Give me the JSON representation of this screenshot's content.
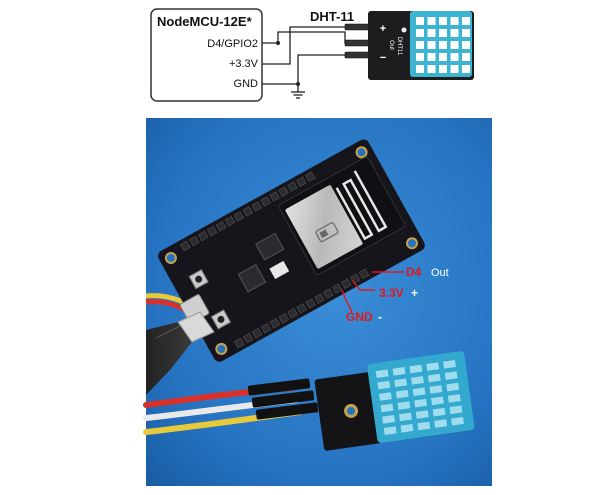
{
  "schematic": {
    "module_title": "NodeMCU-12E*",
    "pins": [
      "D4/GPIO2",
      "+3.3V",
      "GND"
    ],
    "sensor_title": "DHT-11",
    "sensor_pins": [
      "+",
      "Out",
      "−"
    ],
    "sensor_body_label": "DHT11"
  },
  "photo": {
    "labels": {
      "d4": "D4",
      "out": "Out",
      "v33": "3.3V",
      "plus": "+",
      "gnd": "GND",
      "minus": "-"
    },
    "colors": {
      "background": "#2a78c7",
      "board": "#15151b",
      "sensor": "#33a9cf",
      "annotation_red": "#e0181c",
      "annotation_white": "#ffffff",
      "wire_red": "#d8312b",
      "wire_yellow": "#e8c93a"
    },
    "icons": [
      "wifi-logo-icon",
      "usb-connector-icon"
    ]
  }
}
